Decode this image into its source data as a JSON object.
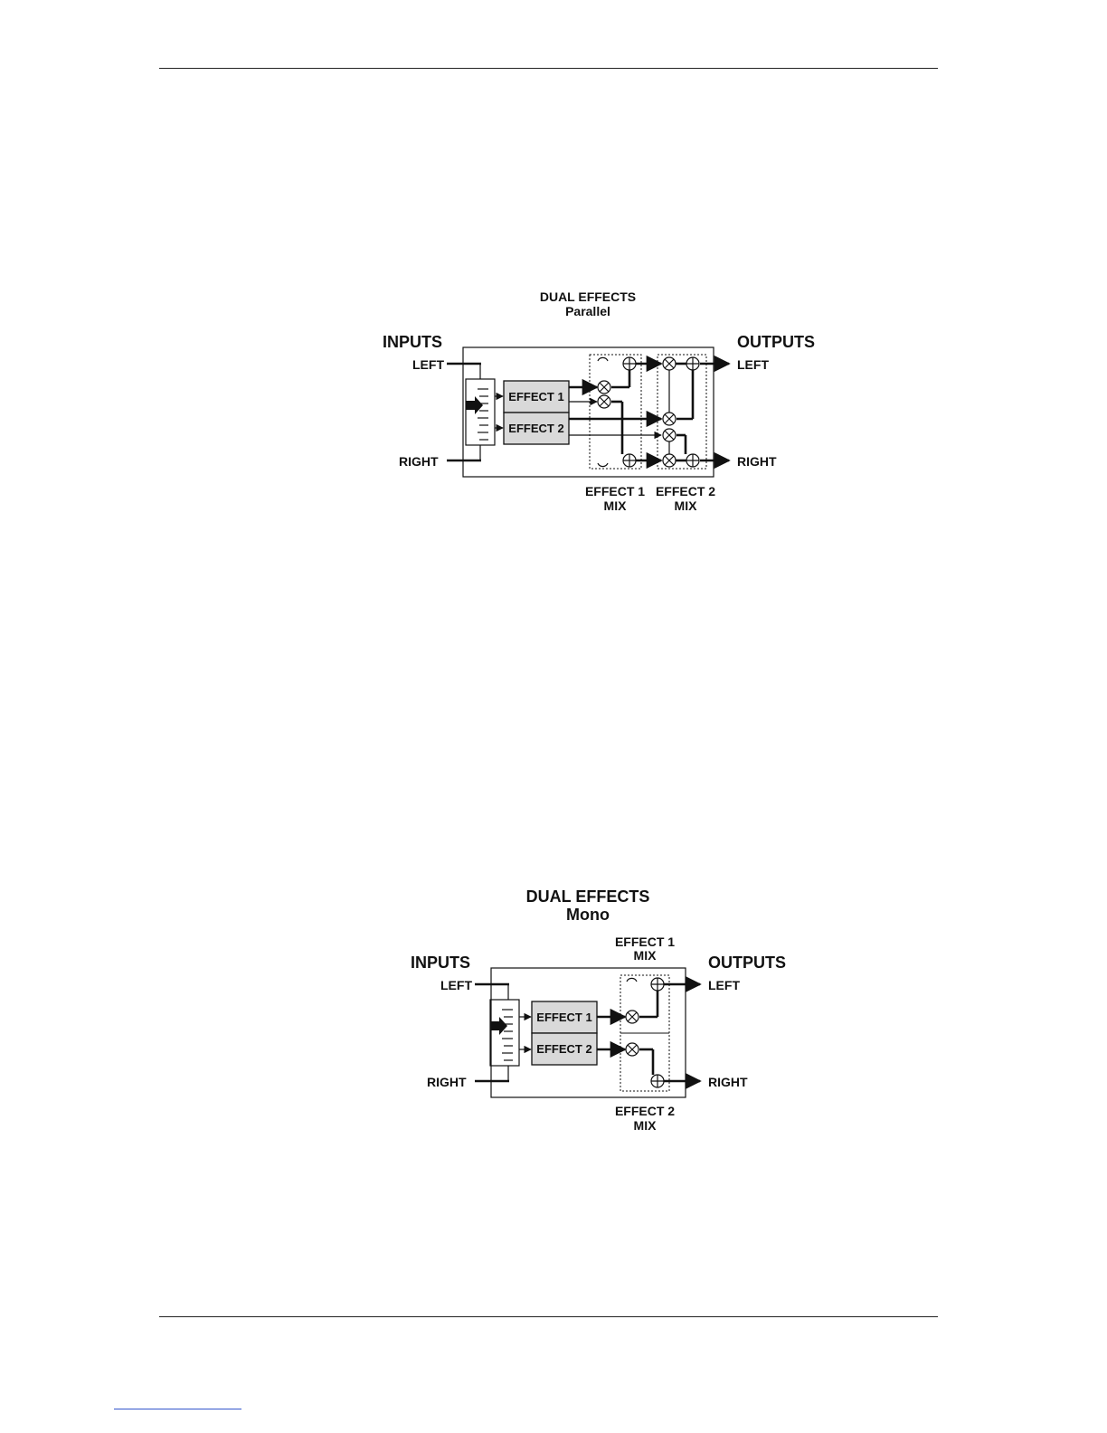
{
  "parallel": {
    "title": "DUAL EFFECTS",
    "subtitle": "Parallel",
    "inputs": "INPUTS",
    "outputs": "OUTPUTS",
    "left_in": "LEFT",
    "right_in": "RIGHT",
    "left_out": "LEFT",
    "right_out": "RIGHT",
    "effect1": "EFFECT 1",
    "effect2": "EFFECT 2",
    "mix1_line1": "EFFECT 1",
    "mix1_line2": "MIX",
    "mix2_line1": "EFFECT 2",
    "mix2_line2": "MIX"
  },
  "mono": {
    "title": "DUAL EFFECTS",
    "subtitle": "Mono",
    "inputs": "INPUTS",
    "outputs": "OUTPUTS",
    "left_in": "LEFT",
    "right_in": "RIGHT",
    "left_out": "LEFT",
    "right_out": "RIGHT",
    "effect1": "EFFECT 1",
    "effect2": "EFFECT 2",
    "mix1_line1": "EFFECT 1",
    "mix1_line2": "MIX",
    "mix2_line1": "EFFECT 2",
    "mix2_line2": "MIX"
  },
  "colors": {
    "effect_fill": "#d9d9d9",
    "line": "#111111",
    "footer_link": "#3355cc"
  }
}
